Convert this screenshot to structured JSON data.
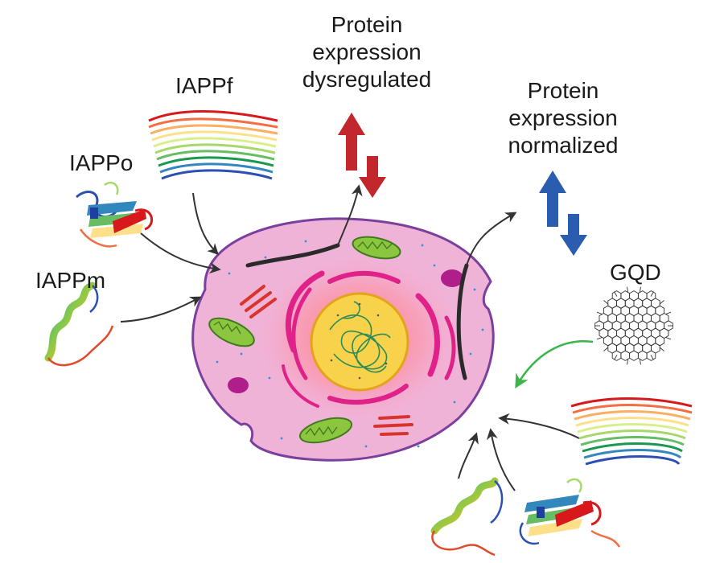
{
  "labels": {
    "iappf": "IAPPf",
    "iappo": "IAPPo",
    "iappm": "IAPPm",
    "gqd": "GQD"
  },
  "dysregulated": {
    "line1": "Protein",
    "line2": "expression",
    "line3": "dysregulated",
    "color": "#c1272d"
  },
  "normalized": {
    "line1": "Protein",
    "line2": "expression",
    "line3": "normalized",
    "color": "#2a5db0"
  },
  "colors": {
    "cell": "#f0b3d8",
    "nucleus": "#f7d24a",
    "nucleus_glow": "#ff8a8a",
    "mitochondria": "#8cc63f",
    "er": "#e0218a",
    "arrow": "#333333",
    "gqd_arrow": "#39b54a"
  }
}
